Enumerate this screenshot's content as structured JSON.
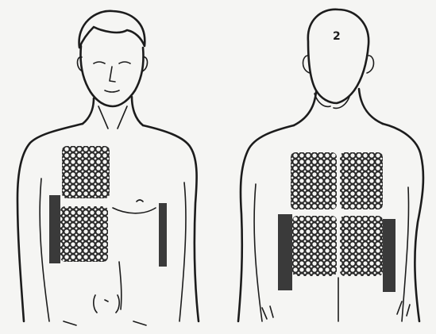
{
  "illustration": {
    "front_figure": {
      "pads": [
        {
          "id": "upper-chest"
        },
        {
          "id": "lower-chest"
        }
      ]
    },
    "back_figure": {
      "head_label": "2",
      "pads": [
        {
          "id": "upper-left"
        },
        {
          "id": "upper-right"
        },
        {
          "id": "lower-left"
        },
        {
          "id": "lower-right"
        }
      ]
    },
    "colors": {
      "background": "#f5f5f3",
      "line": "#1c1c1c",
      "pad_fill": "#2a2a2a",
      "pad_mesh": "#f5f5f3",
      "side_strip": "#3a3a3a"
    }
  }
}
